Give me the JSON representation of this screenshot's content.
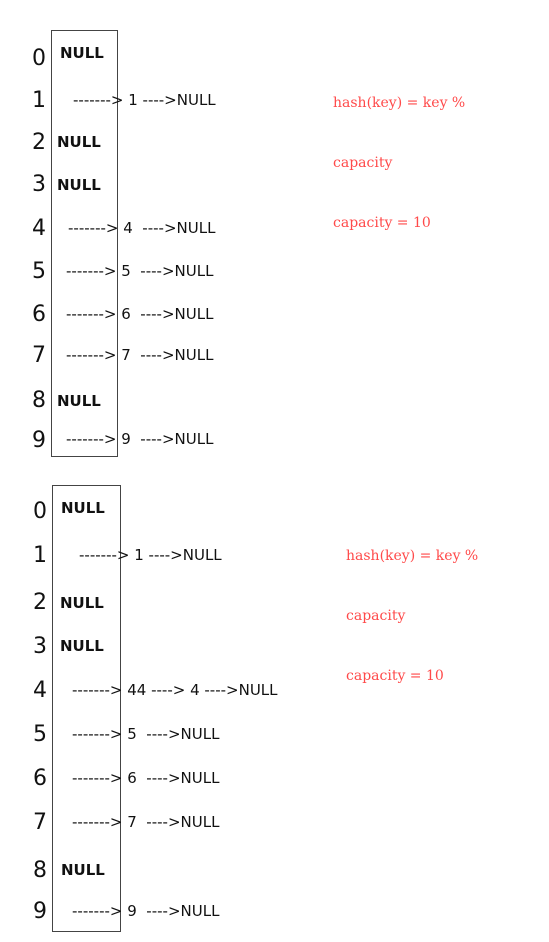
{
  "diagram1": {
    "note": {
      "line1": "hash(key) = key %",
      "line2": "capacity",
      "line3": "capacity = 10"
    },
    "rows": [
      {
        "index": "0",
        "slot": "NULL",
        "chain": ""
      },
      {
        "index": "1",
        "slot": "",
        "chain": "-------> 1 ---->NULL"
      },
      {
        "index": "2",
        "slot": "NULL",
        "chain": ""
      },
      {
        "index": "3",
        "slot": "NULL",
        "chain": ""
      },
      {
        "index": "4",
        "slot": "",
        "chain": "-------> 4  ---->NULL"
      },
      {
        "index": "5",
        "slot": "",
        "chain": "-------> 5  ---->NULL"
      },
      {
        "index": "6",
        "slot": "",
        "chain": "-------> 6  ---->NULL"
      },
      {
        "index": "7",
        "slot": "",
        "chain": "-------> 7  ---->NULL"
      },
      {
        "index": "8",
        "slot": "NULL",
        "chain": ""
      },
      {
        "index": "9",
        "slot": "",
        "chain": "-------> 9  ---->NULL"
      }
    ]
  },
  "diagram2": {
    "note": {
      "line1": "hash(key) = key %",
      "line2": "capacity",
      "line3": "capacity = 10"
    },
    "rows": [
      {
        "index": "0",
        "slot": "NULL",
        "chain": ""
      },
      {
        "index": "1",
        "slot": "",
        "chain": "-------> 1 ---->NULL"
      },
      {
        "index": "2",
        "slot": "NULL",
        "chain": ""
      },
      {
        "index": "3",
        "slot": "NULL",
        "chain": ""
      },
      {
        "index": "4",
        "slot": "",
        "chain": "-------> 44 ----> 4 ---->NULL"
      },
      {
        "index": "5",
        "slot": "",
        "chain": "-------> 5  ---->NULL"
      },
      {
        "index": "6",
        "slot": "",
        "chain": "-------> 6  ---->NULL"
      },
      {
        "index": "7",
        "slot": "",
        "chain": "-------> 7  ---->NULL"
      },
      {
        "index": "8",
        "slot": "NULL",
        "chain": ""
      },
      {
        "index": "9",
        "slot": "",
        "chain": "-------> 9  ---->NULL"
      }
    ]
  }
}
